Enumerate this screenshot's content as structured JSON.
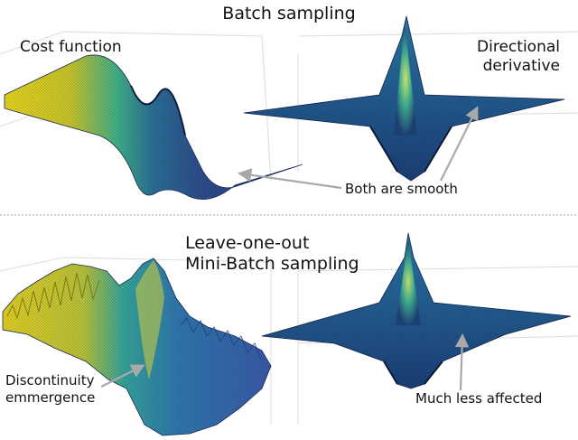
{
  "top_panel": {
    "title": "Batch sampling",
    "left_label": "Cost function",
    "right_label_lines": [
      "Directional",
      "derivative"
    ],
    "annotation": "Both are smooth"
  },
  "bottom_panel": {
    "title_lines": [
      "Leave-one-out",
      "Mini-Batch sampling"
    ],
    "left_annotation_lines": [
      "Discontinuity",
      "emmergence"
    ],
    "right_annotation": "Much less affected"
  },
  "colors": {
    "surface_yellow": "#e6d51f",
    "surface_green": "#3fb08a",
    "surface_teal": "#2a6f96",
    "surface_blue": "#25337a",
    "derivative_blue": "#1f5f94",
    "arrow_gray": "#a9a9a9",
    "divider_gray": "#a0a0a0"
  }
}
